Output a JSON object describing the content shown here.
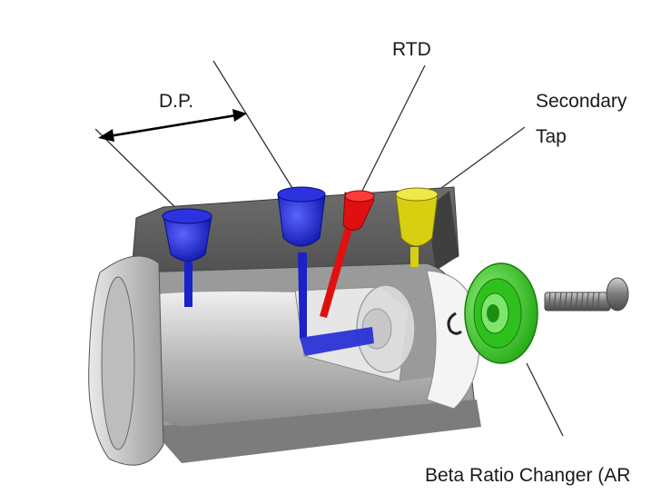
{
  "labels": {
    "dp": "D.P.",
    "rtd": "RTD",
    "secondary_line1": "Secondary",
    "secondary_line2": "Tap",
    "beta": "Beta Ratio Changer   (AR"
  },
  "colors": {
    "dp_taps": "#1a22c8",
    "rtd": "#e01010",
    "secondary_tap": "#d8cf10",
    "beta_ring": "#3fd62a",
    "body_metal": "#8c8c8c",
    "bolt": "#9a9a9a"
  }
}
